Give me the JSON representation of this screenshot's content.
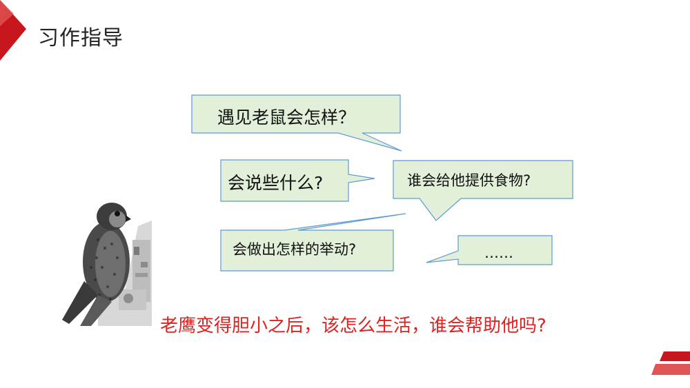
{
  "slide": {
    "title": "习作指导",
    "accent_color": "#c8161d",
    "bubble_fill": "#e2efd9",
    "bubble_stroke": "#5b9bd5"
  },
  "bubbles": {
    "b1": "遇见老鼠会怎样？",
    "b2": "会说些什么?",
    "b3": "谁会给他提供食物?",
    "b4": "会做出怎样的举动?",
    "b5": "……"
  },
  "question": "老鹰变得胆小之后，该怎么生活，谁会帮助他吗?",
  "image": {
    "icon": "eagle-photo"
  }
}
